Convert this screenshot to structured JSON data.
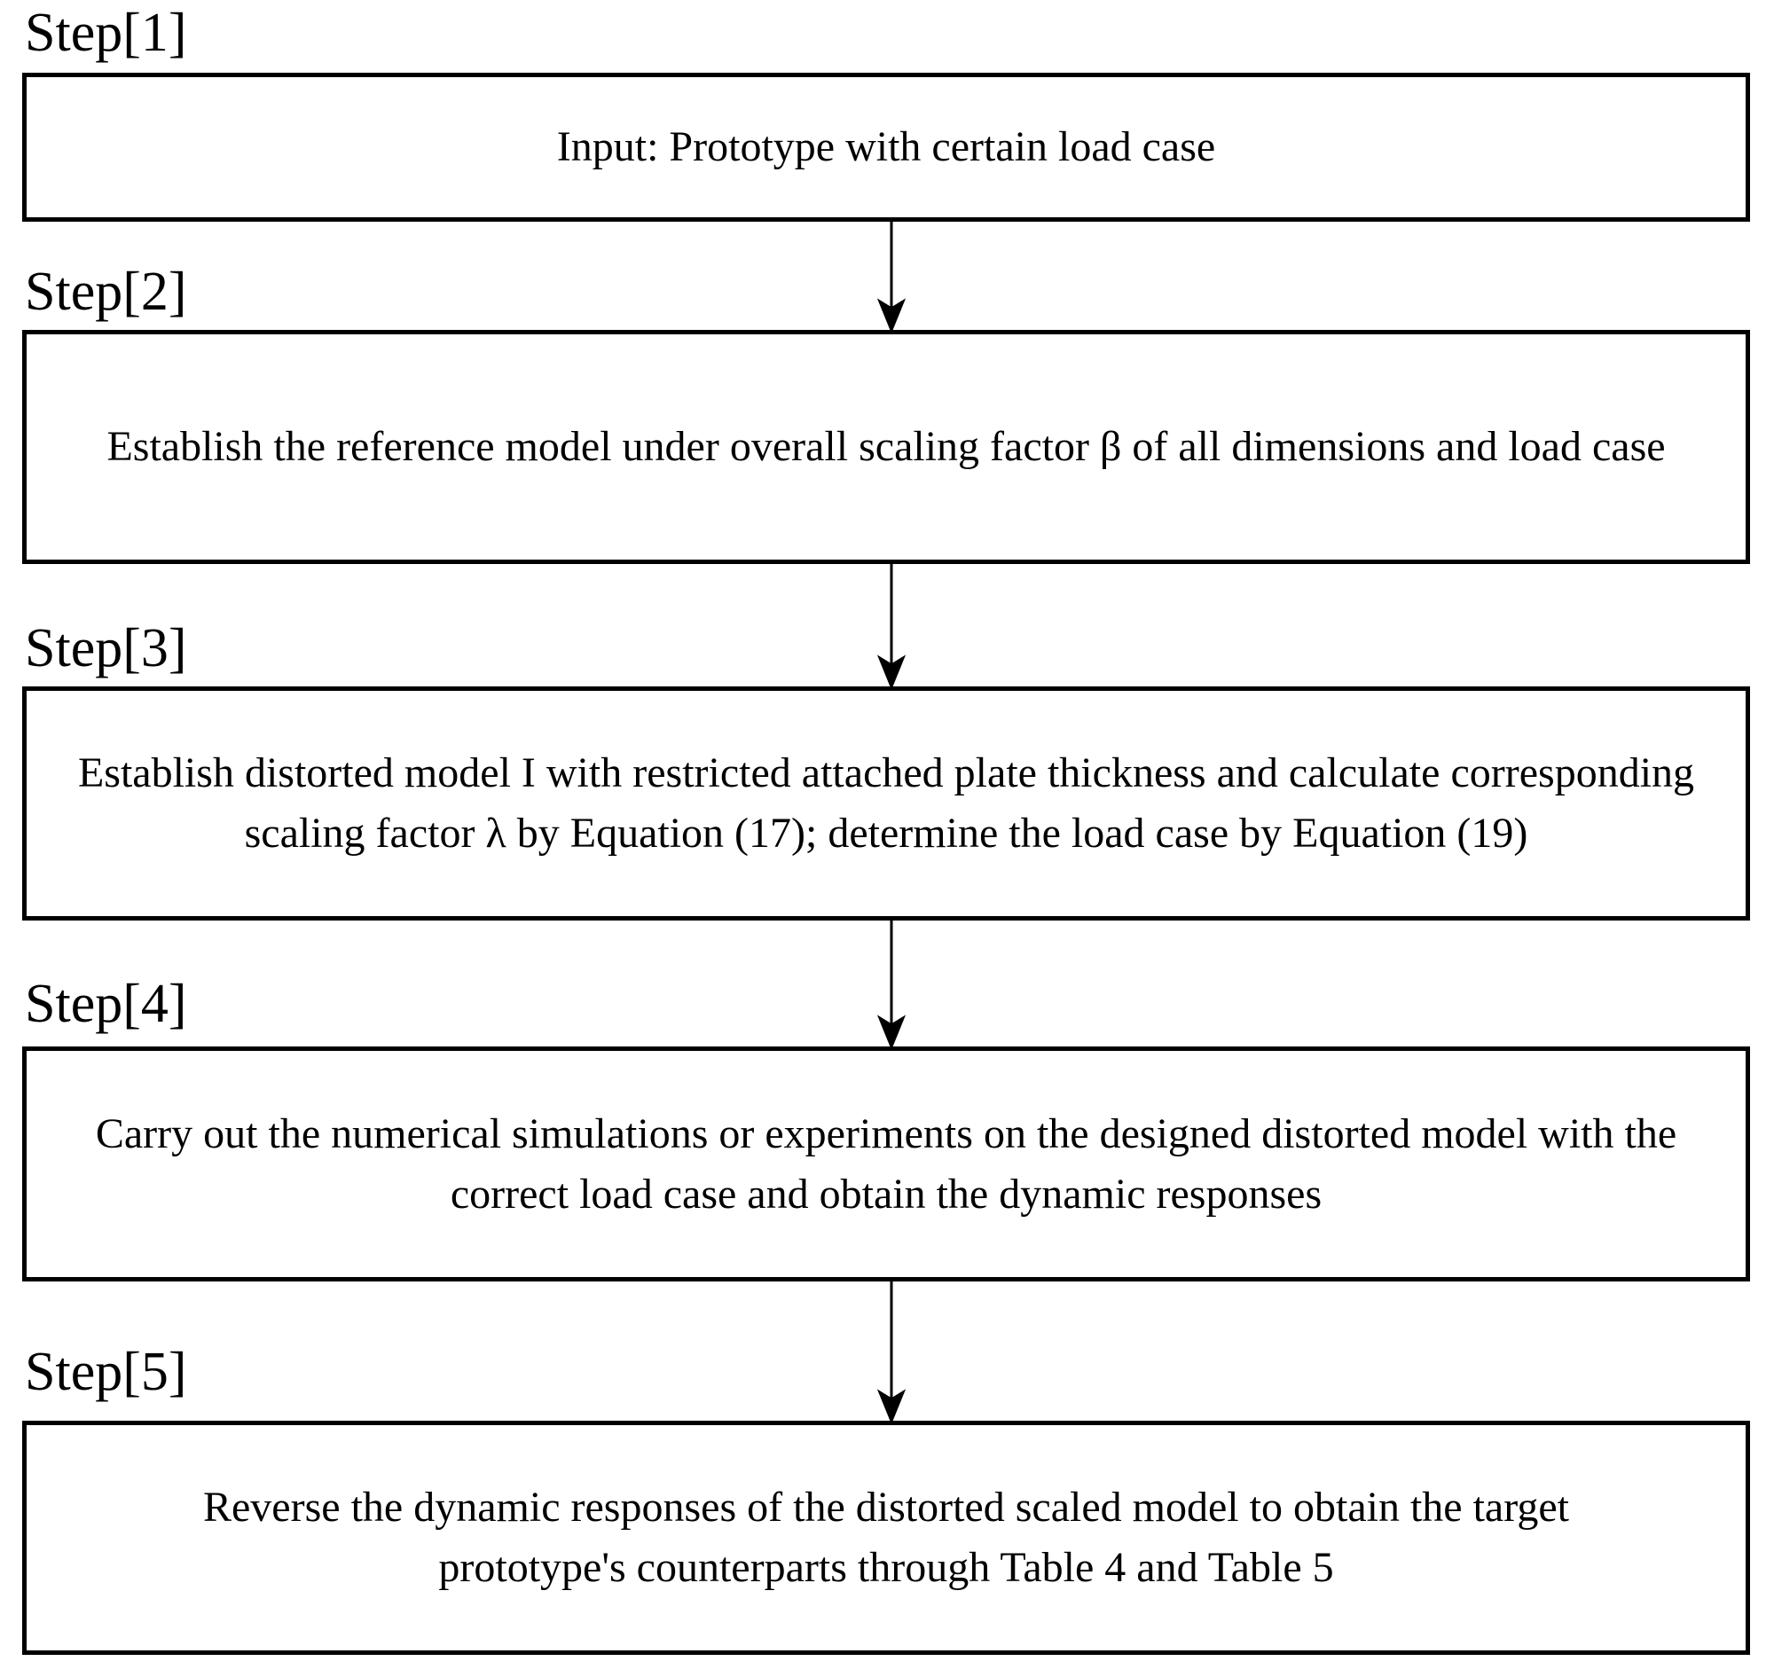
{
  "steps": [
    {
      "label": "Step[1]",
      "text": "Input: Prototype with certain load case"
    },
    {
      "label": "Step[2]",
      "text": "Establish the reference model under overall scaling factor β of all dimensions and load case"
    },
    {
      "label": "Step[3]",
      "text": "Establish distorted model I with restricted attached plate thickness and calculate corresponding scaling factor λ by Equation (17); determine the load case by Equation (19)"
    },
    {
      "label": "Step[4]",
      "text": "Carry out the numerical simulations or experiments on the designed distorted model with the correct load case and obtain the dynamic responses"
    },
    {
      "label": "Step[5]",
      "text": "Reverse the dynamic responses of the distorted scaled model to obtain the target prototype's counterparts through Table 4 and Table 5"
    }
  ]
}
